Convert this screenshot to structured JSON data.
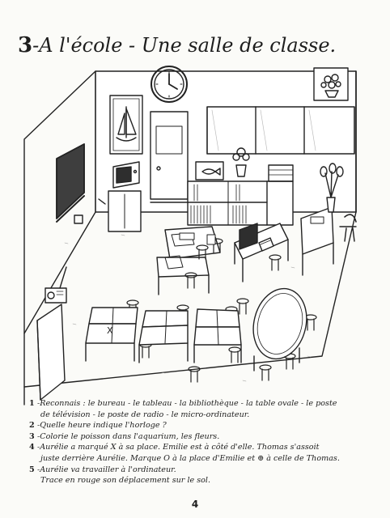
{
  "page_title": {
    "number": "3",
    "text": "-A l'école - Une salle de classe."
  },
  "illustration": {
    "mark_x": "X",
    "icons": [
      "clock-icon",
      "sailboat-picture-icon",
      "flower-picture-icon",
      "television-icon",
      "computer-icon",
      "radio-icon",
      "aquarium-icon",
      "flower-vase-icon",
      "bookshelf-icon",
      "blackboard-icon",
      "oval-table-icon"
    ]
  },
  "instructions": [
    {
      "num": "1",
      "lines": [
        "-Reconnais : le bureau - le tableau - la bibliothèque - la table ovale - le poste",
        "de télévision - le poste de radio - le micro-ordinateur."
      ]
    },
    {
      "num": "2",
      "lines": [
        "-Quelle heure indique l'horloge ?"
      ]
    },
    {
      "num": "3",
      "lines": [
        "-Colorie le poisson dans l'aquarium, les fleurs."
      ]
    },
    {
      "num": "4",
      "lines": [
        "-Aurélie a marqué X à sa place. Emilie est à côté d'elle. Thomas s'assoit",
        "juste derrière Aurélie. Marque O à la place d'Emilie et ⊕ à celle de Thomas."
      ]
    },
    {
      "num": "5",
      "lines": [
        "-Aurélie va travailler à l'ordinateur.",
        "Trace en rouge son déplacement sur le sol."
      ]
    }
  ],
  "page_number": "4"
}
